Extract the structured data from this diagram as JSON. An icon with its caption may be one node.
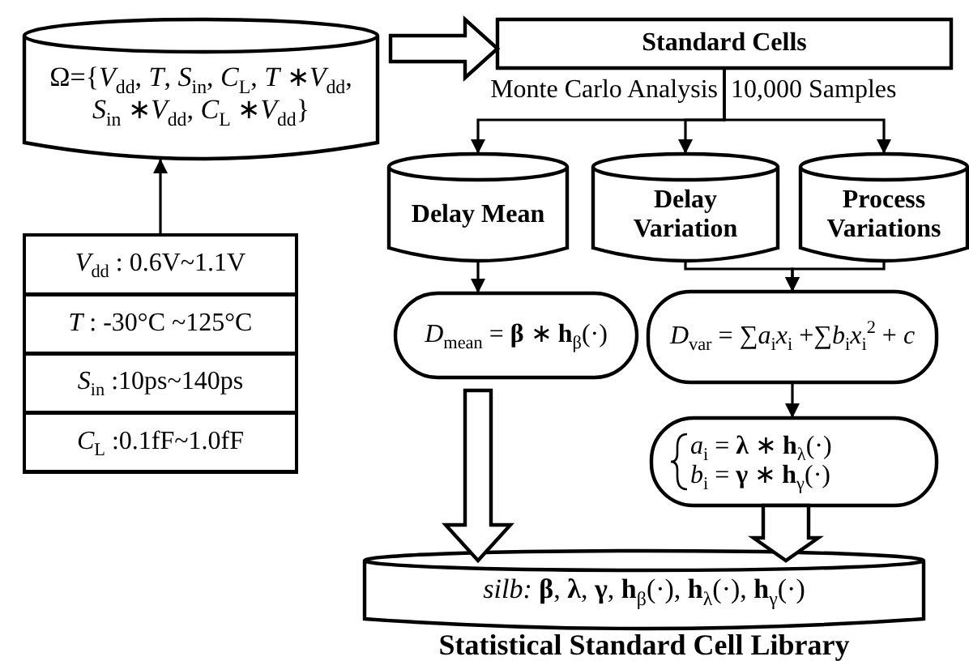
{
  "diagram": {
    "nodes": [
      {
        "text": [
          "Ω={*V*$_{dd}$, *T*, *S*$_{in}$, *C*$_{L}$, *T* ∗*V*$_{dd}$, *S*$_{in}$ ∗*V*$_{dd}$, *C*$_{L}$ ∗*V*$_{dd}$}"
        ]
      },
      {
        "text": [],
        "shape": "box"
      },
      {
        "text": [
          "*V*$_{dd}$ : 0.6V~1.1V"
        ],
        "in": 1
      },
      {
        "text": [
          "*T* : -30°C ~125°C"
        ],
        "in": 1
      },
      {
        "text": [
          "*S*$_{in}$ :10ps~140ps"
        ],
        "in": 1
      },
      {
        "text": [
          "*C*$_{L}$ :0.1fF~1.0fF"
        ],
        "in": 1
      },
      {
        "text": [
          "Standard Cells"
        ]
      },
      {
        "text": [
          "Delay Mean"
        ]
      },
      {
        "text": [
          "Delay Variation"
        ]
      },
      {
        "text": [
          "Process Variations"
        ]
      },
      {
        "text": [
          "*D*$_{mean}$ = **β** ∗ **h**$_{β}$(·)"
        ]
      },
      {
        "text": [
          "*D*$_{var}$ = ∑*a*$_{i}$*x*$_{i}$ +∑*b*$_{i}$*x*$_{i}$$^{2}$ + *c*"
        ]
      },
      {
        "text": [
          "*a*$_{i}$ = **λ** ∗ **h**$_{λ}$(·)",
          "*b*$_{i}$ = **γ** ∗ **h**$_{γ}$(·)"
        ]
      },
      {
        "text": [
          "*silb:* **β**, **λ**, **γ**, **h**$_{β}$(·), **h**$_{λ}$(·), **h**$_{γ}$(·)"
        ],
        "beside": [
          "Statistical Standard Cell Library"
        ]
      }
    ],
    "edges": [
      {
        "from": 0,
        "to": 6,
        "arrow": "to",
        "style": "thick"
      },
      {
        "from": 1,
        "to": 0,
        "arrow": "to"
      },
      {
        "from": 6,
        "to": 7,
        "arrow": "to"
      },
      {
        "from": 6,
        "to": 8,
        "arrow": "to"
      },
      {
        "from": 6,
        "to": 9,
        "arrow": "to"
      },
      {
        "from": 7,
        "to": 10,
        "arrow": "to"
      },
      {
        "from": 8,
        "to": 11,
        "arrow": "to"
      },
      {
        "from": 9,
        "to": 11,
        "arrow": "to"
      },
      {
        "from": 11,
        "to": 12,
        "arrow": "to"
      },
      {
        "from": 10,
        "to": 13,
        "arrow": "to",
        "style": "thick"
      },
      {
        "from": 12,
        "to": 13,
        "arrow": "to",
        "style": "thick"
      }
    ],
    "labels": [
      "Monte Carlo Analysis",
      "10,000 Samples"
    ]
  }
}
